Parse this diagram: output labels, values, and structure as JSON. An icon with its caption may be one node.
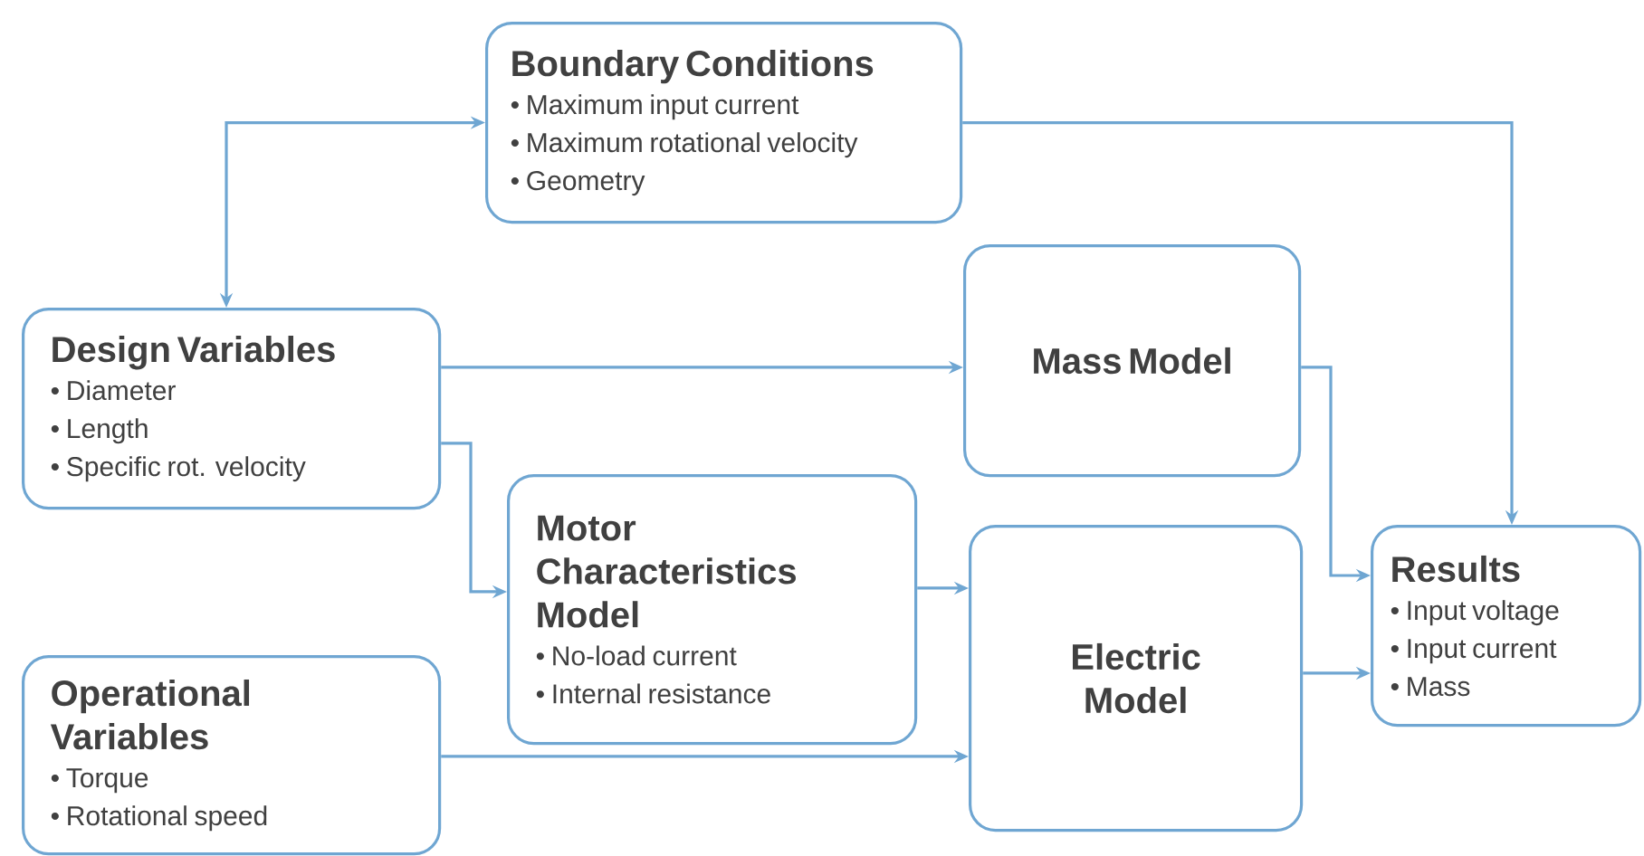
{
  "diagram": {
    "nodes": [
      {
        "text": [
          "Boundary Conditions",
          "• Maximum input current",
          "• Maximum rotational velocity",
          "• Geometry"
        ]
      },
      {
        "text": [
          "Design Variables",
          "• Diameter",
          "• Length",
          "• Specific rot. velocity"
        ]
      },
      {
        "text": [
          "Mass Model"
        ]
      },
      {
        "text": [
          "Motor Characteristics Model",
          "• No-load current",
          "• Internal resistance"
        ]
      },
      {
        "text": [
          "Operational Variables",
          "• Torque",
          "• Rotational speed"
        ]
      },
      {
        "text": [
          "Electric Model"
        ]
      },
      {
        "text": [
          "Results",
          "• Input voltage",
          "• Input current",
          "• Mass"
        ]
      }
    ],
    "edges": [
      {
        "from": 1,
        "to": 0,
        "arrow": "both"
      },
      {
        "from": 0,
        "to": 6,
        "arrow": "to"
      },
      {
        "from": 1,
        "to": 2,
        "arrow": "to"
      },
      {
        "from": 1,
        "to": 3,
        "arrow": "to"
      },
      {
        "from": 3,
        "to": 5,
        "arrow": "to"
      },
      {
        "from": 4,
        "to": 5,
        "arrow": "to"
      },
      {
        "from": 2,
        "to": 6,
        "arrow": "to"
      },
      {
        "from": 5,
        "to": 6,
        "arrow": "to"
      }
    ]
  }
}
